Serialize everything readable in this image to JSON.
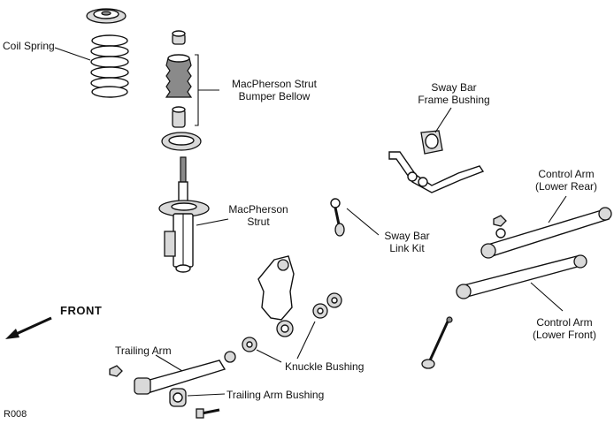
{
  "labels": {
    "coil_spring": "Coil Spring",
    "strut_bellow_line1": "MacPherson Strut",
    "strut_bellow_line2": "Bumper Bellow",
    "strut_line1": "MacPherson",
    "strut_line2": "Strut",
    "sway_bushing_line1": "Sway Bar",
    "sway_bushing_line2": "Frame Bushing",
    "link_kit_line1": "Sway Bar",
    "link_kit_line2": "Link Kit",
    "control_rear_line1": "Control Arm",
    "control_rear_line2": "(Lower Rear)",
    "control_front_line1": "Control Arm",
    "control_front_line2": "(Lower Front)",
    "front": "FRONT",
    "trailing_arm": "Trailing Arm",
    "knuckle_bushing": "Knuckle Bushing",
    "trailing_arm_bushing": "Trailing Arm Bushing",
    "diagram_code": "R008"
  }
}
